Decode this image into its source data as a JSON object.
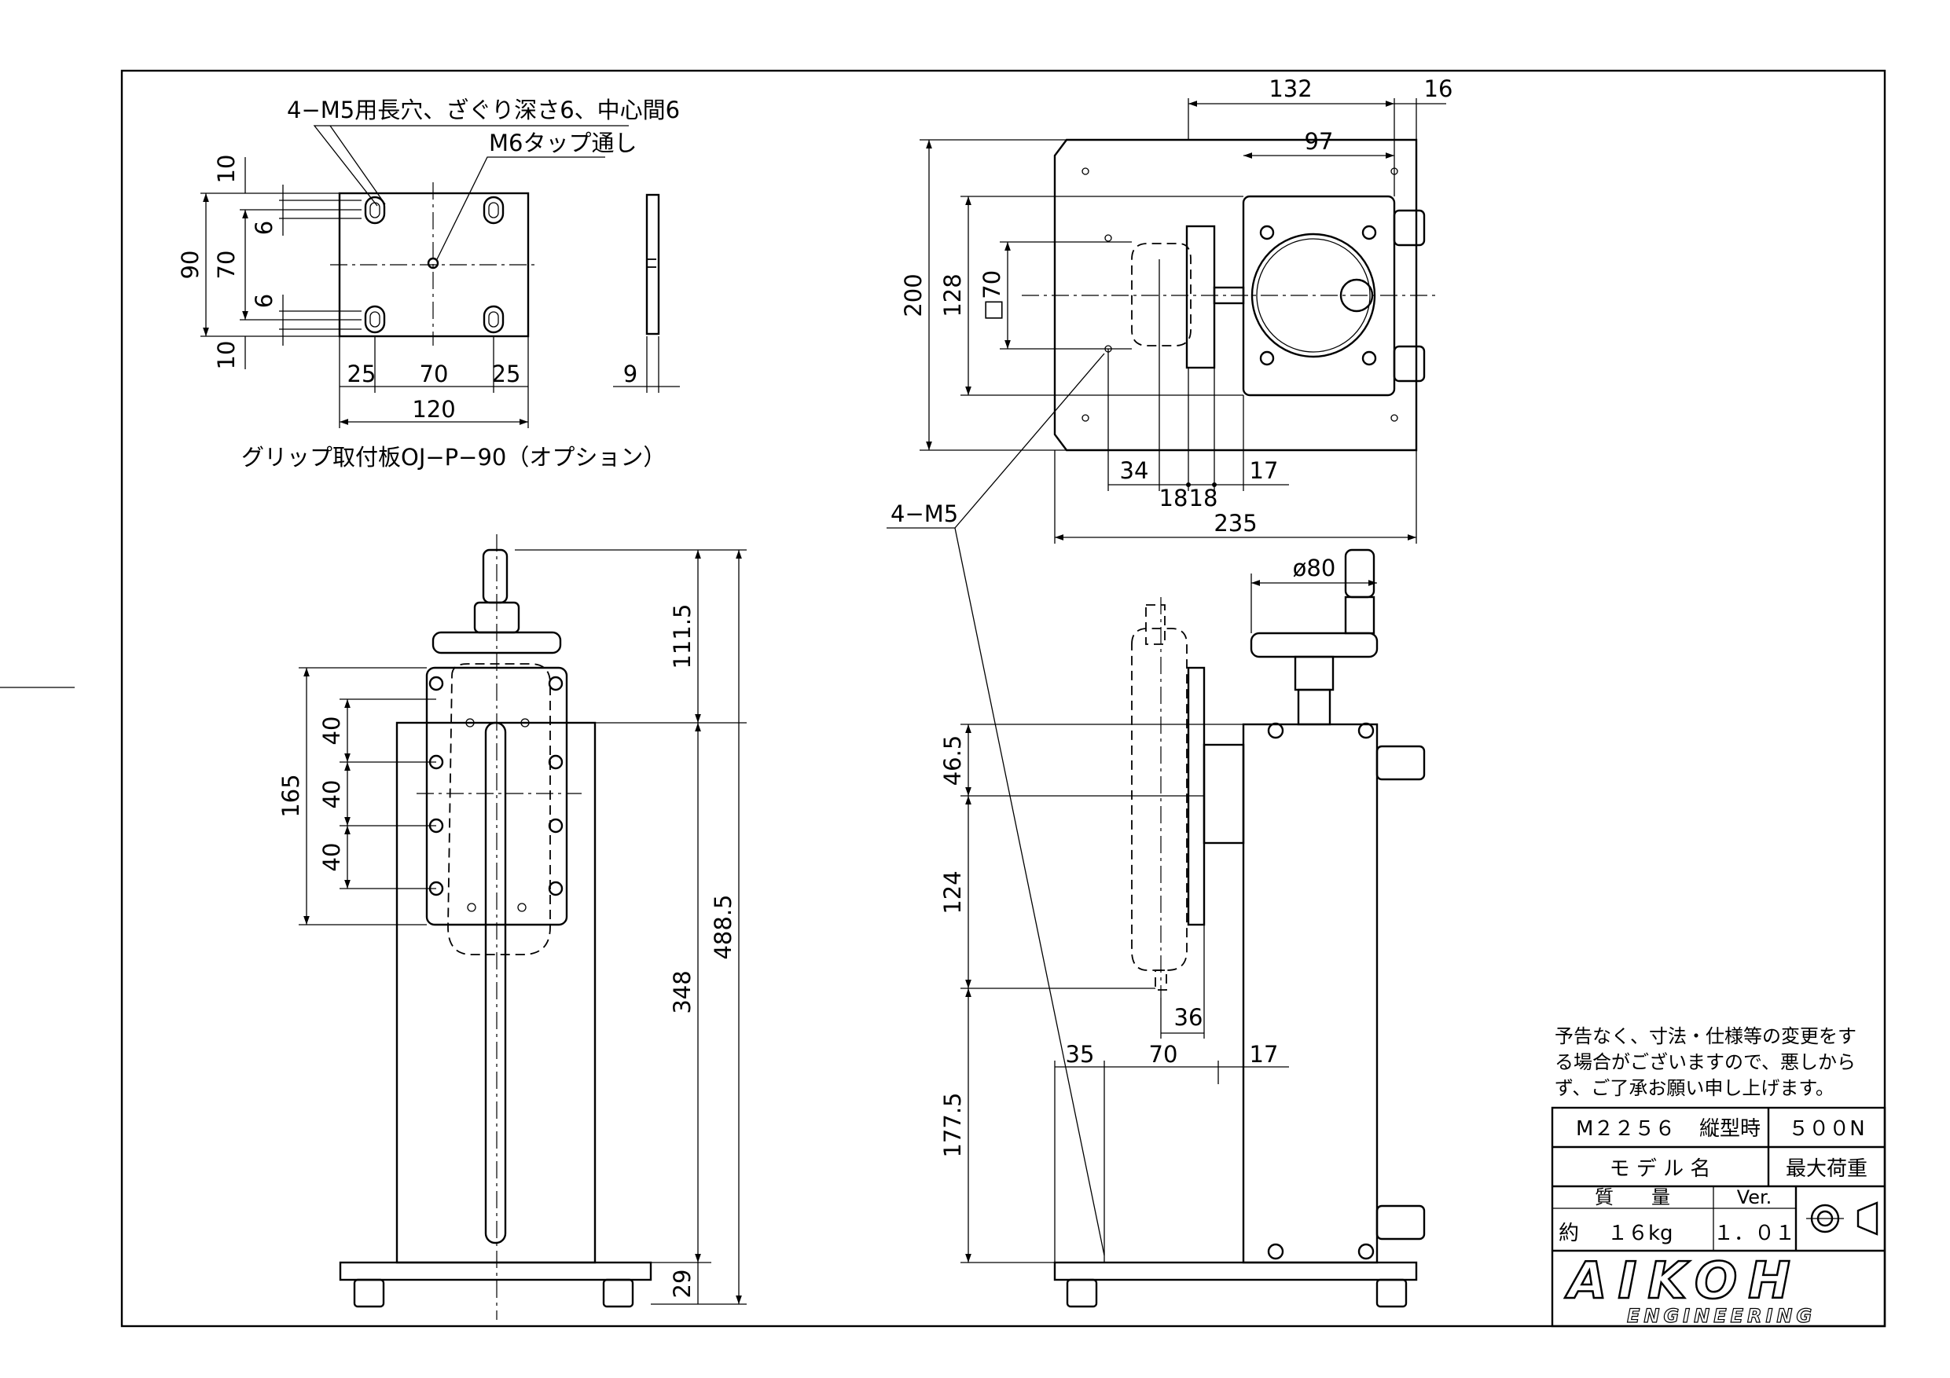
{
  "notes": {
    "slot_callout": "4−M5用長穴、ざぐり深さ6、中心間6",
    "tap_callout": "M6タップ通し",
    "plate_caption": "グリップ取付板OJ−P−90（オプション）",
    "m5_callout": "4−M5",
    "disclaimer_line1": "予告なく、寸法・仕様等の変更をす",
    "disclaimer_line2": "る場合がございますので、悪しから",
    "disclaimer_line3": "ず、ご了承お願い申し上げます。"
  },
  "plate_view": {
    "dim_h_left": "25",
    "dim_h_mid": "70",
    "dim_h_right": "25",
    "dim_h_total": "120",
    "dim_v_total": "90",
    "dim_v_top": "10",
    "dim_v_mid": "70",
    "dim_v_bottom": "10",
    "dim_slot_top": "6",
    "dim_slot_bottom": "6",
    "dim_thickness": "9"
  },
  "top_view": {
    "dim_132": "132",
    "dim_16": "16",
    "dim_97": "97",
    "dim_200": "200",
    "dim_128": "128",
    "dim_sq70": "□70",
    "dim_34": "34",
    "dim_18a": "18",
    "dim_18b": "18",
    "dim_17": "17",
    "dim_235": "235"
  },
  "front_view": {
    "dim_111_5": "111.5",
    "dim_165": "165",
    "dim_40a": "40",
    "dim_40b": "40",
    "dim_40c": "40",
    "dim_488_5": "488.5",
    "dim_348": "348",
    "dim_29": "29"
  },
  "side_view": {
    "dim_phi80": "ø80",
    "dim_46_5": "46.5",
    "dim_124": "124",
    "dim_36": "36",
    "dim_35": "35",
    "dim_70": "70",
    "dim_17": "17",
    "dim_177_5": "177.5"
  },
  "title_block": {
    "model": "M２２５６",
    "orientation": "縦型時",
    "max_load": "５００N",
    "model_label": "モ デ ル 名",
    "max_load_label": "最大荷重",
    "mass_label": "質　　量",
    "ver_label": "Ver.",
    "mass_prefix": "約",
    "mass_value": "１６kg",
    "version": "１．０１",
    "brand": "AIKOH",
    "brand_sub": "ENGINEERING"
  }
}
